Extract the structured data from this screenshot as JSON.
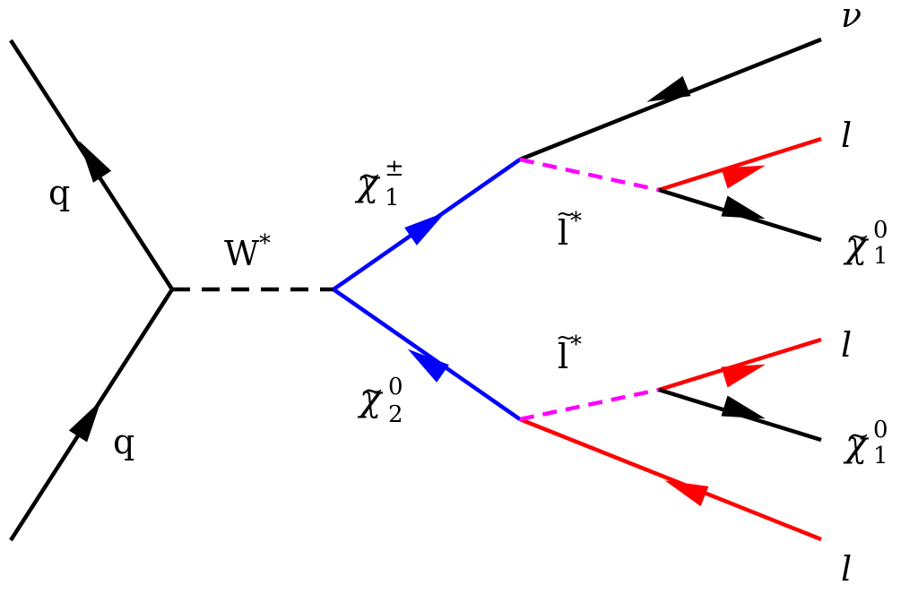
{
  "colors": {
    "quark": "#000000",
    "boson": "#000000",
    "chargino": "#0000ff",
    "slepton": "#ff00ff",
    "lepton": "#ff0000",
    "neutralino": "#000000",
    "neutrino": "#000000"
  },
  "labels": {
    "q_top": "q",
    "q_bottom": "q",
    "w": "W",
    "w_star": "*",
    "chi": "χ",
    "tilde": "~",
    "chi1_pm_sub": "1",
    "chi1_pm_sup": "±",
    "chi2_0_sub": "2",
    "chi2_0_sup": "0",
    "slepton_letter": "l",
    "slepton_star": "*",
    "nu": "ν",
    "lepton": "l",
    "chi1_0_sub": "1",
    "chi1_0_sup": "0"
  }
}
